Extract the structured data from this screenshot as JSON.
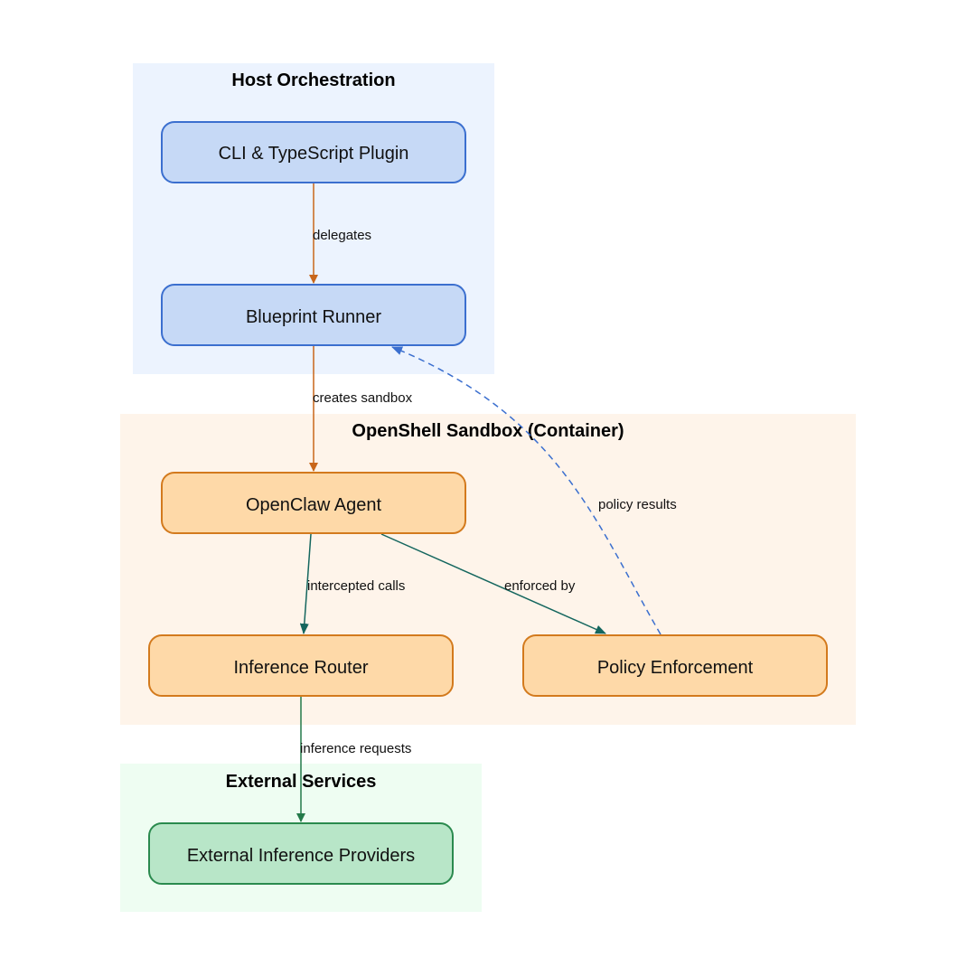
{
  "groups": {
    "host": {
      "title": "Host Orchestration",
      "fill": "#ecf3fe"
    },
    "sandbox": {
      "title": "OpenShell Sandbox (Container)",
      "fill": "#fef4ea"
    },
    "external": {
      "title": "External Services",
      "fill": "#eefdf2"
    }
  },
  "nodes": {
    "cli": {
      "label": "CLI & TypeScript Plugin",
      "fill": "#c6d9f6",
      "stroke": "#3b6fcf"
    },
    "runner": {
      "label": "Blueprint Runner",
      "fill": "#c6d9f6",
      "stroke": "#3b6fcf"
    },
    "agent": {
      "label": "OpenClaw Agent",
      "fill": "#fed9a8",
      "stroke": "#d37a1d"
    },
    "router": {
      "label": "Inference Router",
      "fill": "#fed9a8",
      "stroke": "#d37a1d"
    },
    "policy": {
      "label": "Policy Enforcement",
      "fill": "#fed9a8",
      "stroke": "#d37a1d"
    },
    "providers": {
      "label": "External Inference Providers",
      "fill": "#b8e6c8",
      "stroke": "#2a8a4e"
    }
  },
  "edges": {
    "delegates": {
      "label": "delegates",
      "color": "#c8661a"
    },
    "creates_sandbox": {
      "label": "creates sandbox",
      "color": "#c8661a"
    },
    "intercepted_calls": {
      "label": "intercepted calls",
      "color": "#14665e"
    },
    "enforced_by": {
      "label": "enforced by",
      "color": "#14665e"
    },
    "policy_results": {
      "label": "policy results",
      "color": "#3b6fcf"
    },
    "inference_requests": {
      "label": "inference requests",
      "color": "#247a4a"
    }
  }
}
